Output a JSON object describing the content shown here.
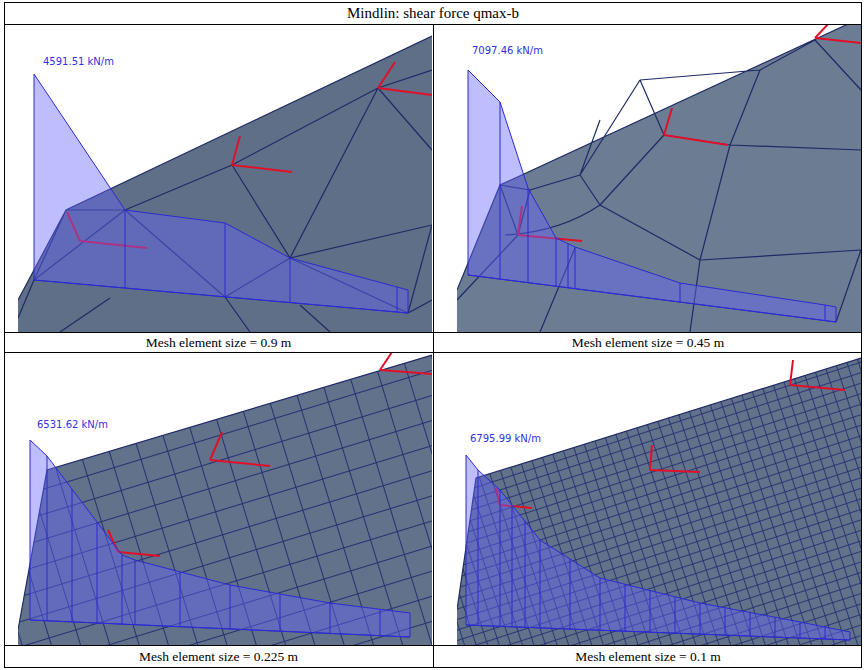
{
  "diagram": {
    "title": "Mindlin: shear force qmax-b",
    "labels": [
      "4591.51 kN/m",
      "7097.46 kN/m",
      "Mesh element size = 0.9 m",
      "Mesh element size = 0.45 m",
      "6531.62 kN/m",
      "6795.99 kN/m",
      "Mesh element size = 0.225 m",
      "Mesh element size = 0.1 m"
    ]
  }
}
